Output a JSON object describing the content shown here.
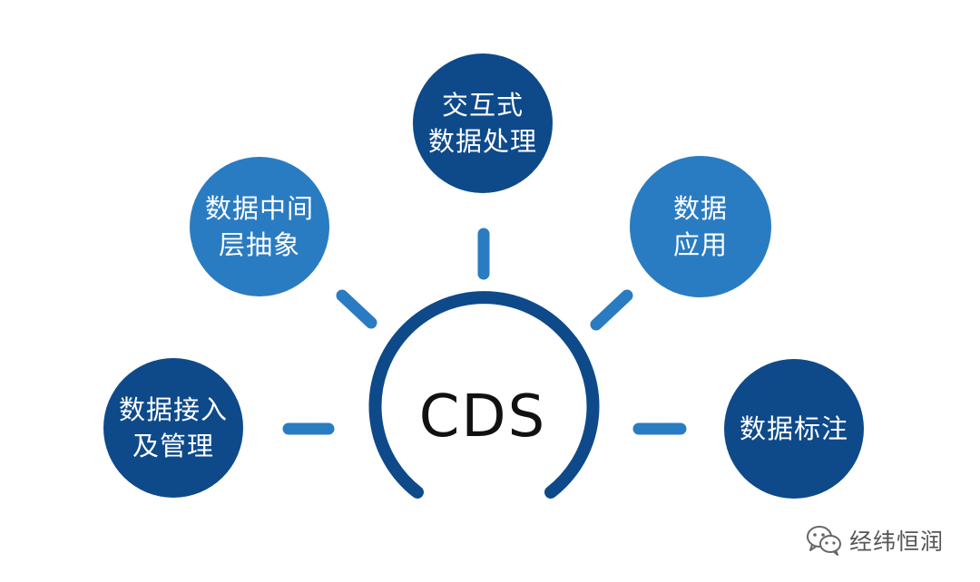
{
  "center": {
    "label": "CDS"
  },
  "nodes": {
    "top": {
      "line1": "交互式",
      "line2": "数据处理"
    },
    "upper_left": {
      "line1": "数据中间",
      "line2": "层抽象"
    },
    "upper_right": {
      "line1": "数据",
      "line2": "应用"
    },
    "lower_left": {
      "line1": "数据接入",
      "line2": "及管理"
    },
    "lower_right": {
      "line1": "数据标注"
    }
  },
  "watermark": {
    "text": "经纬恒润",
    "icon": "wechat-icon"
  },
  "colors": {
    "dark": "#0e4a8a",
    "light": "#2a7cc2",
    "connector": "#2a7cc2",
    "arc": "#0e4a8a"
  }
}
